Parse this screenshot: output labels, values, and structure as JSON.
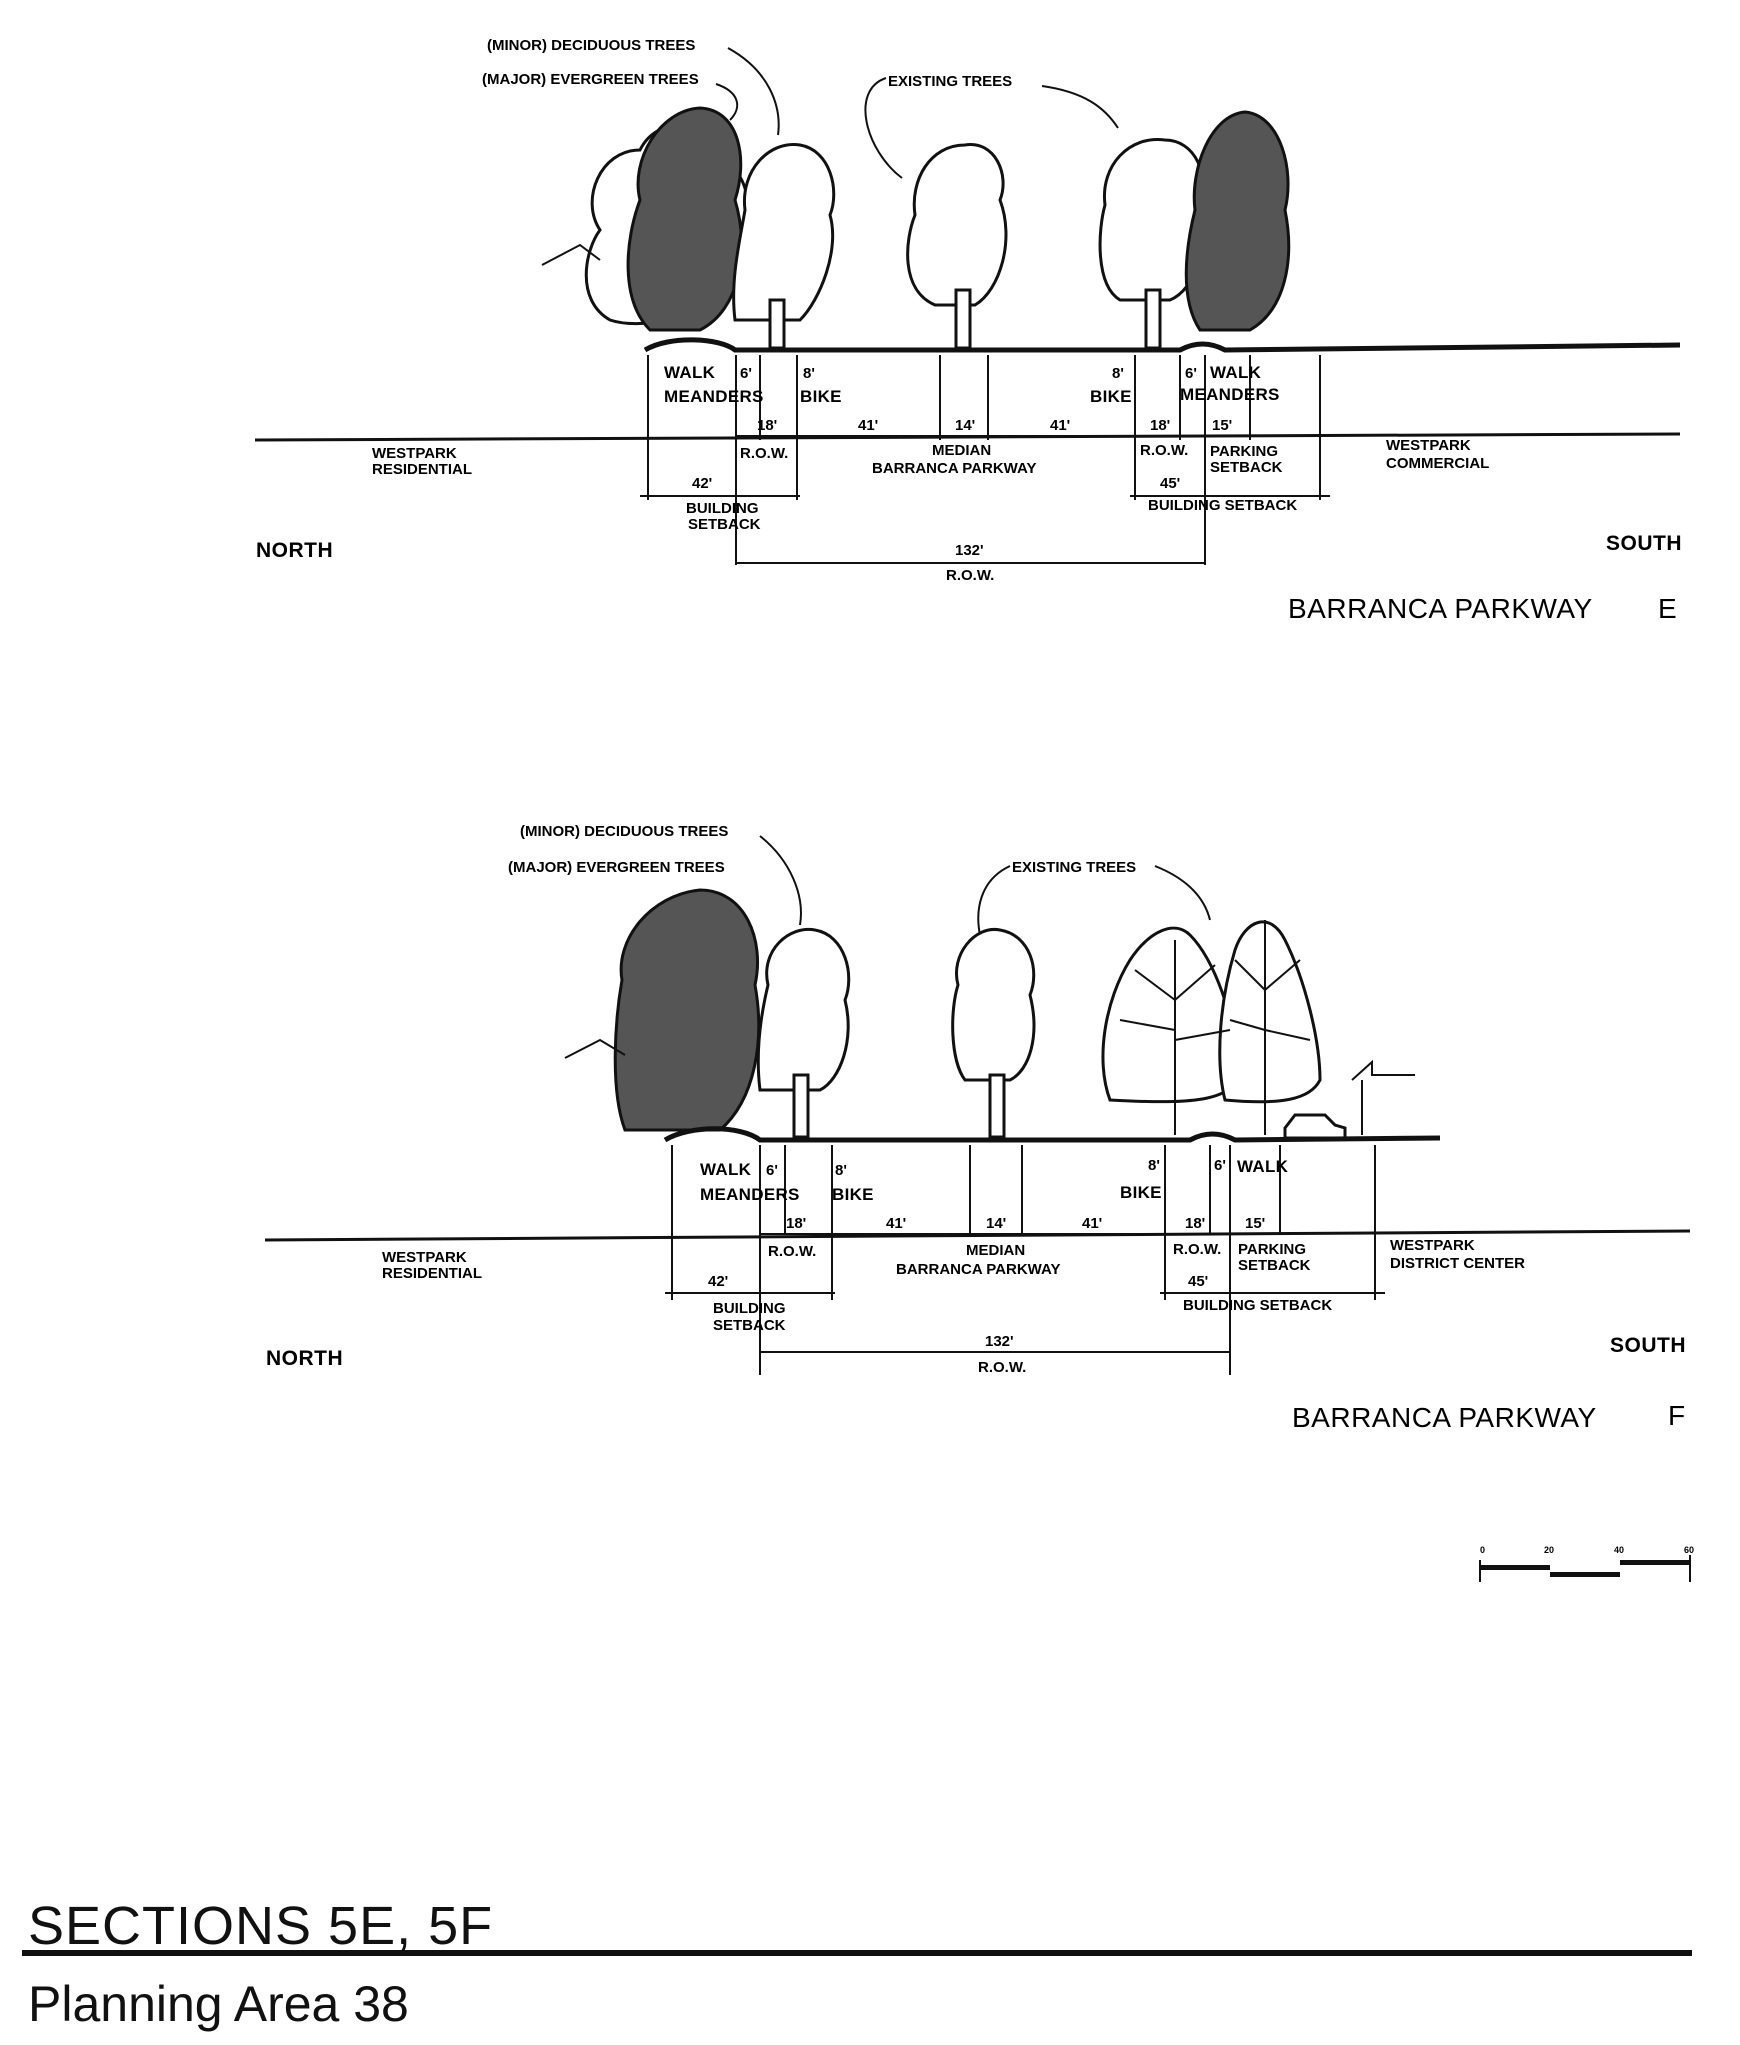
{
  "sections": [
    {
      "id": "E",
      "letter": "E",
      "title": "BARRANCA PARKWAY",
      "north": "NORTH",
      "south": "SOUTH",
      "left_land_use": [
        "WESTPARK",
        "RESIDENTIAL"
      ],
      "right_land_use": [
        "WESTPARK",
        "COMMERCIAL"
      ],
      "tree_notes": [
        "(MINOR) DECIDUOUS TREES",
        "(MAJOR) EVERGREEN TREES",
        "EXISTING TREES"
      ],
      "labels": {
        "walk_left": "WALK",
        "meanders_left": "MEANDERS",
        "bike_left": "BIKE",
        "bike_right": "BIKE",
        "walk_right": "WALK",
        "meanders_right": "MEANDERS",
        "row_left": "R.O.W.",
        "row_right": "R.O.W.",
        "median": "MEDIAN",
        "parkway": "BARRANCA PARKWAY",
        "parking": "PARKING",
        "setback": "SETBACK",
        "building_left": "BUILDING",
        "setback_left": "SETBACK",
        "building_setback_right": "BUILDING SETBACK",
        "row_total_label": "R.O.W."
      },
      "dims": {
        "walk_left": "6'",
        "bike_left": "8'",
        "row_left": "18'",
        "lanes_left": "41'",
        "median": "14'",
        "lanes_right": "41'",
        "bike_right": "8'",
        "walk_right": "6'",
        "row_right": "18'",
        "parking": "15'",
        "building_left": "42'",
        "building_right": "45'",
        "row_total": "132'"
      }
    },
    {
      "id": "F",
      "letter": "F",
      "title": "BARRANCA PARKWAY",
      "north": "NORTH",
      "south": "SOUTH",
      "left_land_use": [
        "WESTPARK",
        "RESIDENTIAL"
      ],
      "right_land_use": [
        "WESTPARK",
        "DISTRICT CENTER"
      ],
      "tree_notes": [
        "(MINOR) DECIDUOUS TREES",
        "(MAJOR) EVERGREEN TREES",
        "EXISTING TREES"
      ],
      "labels": {
        "walk_left": "WALK",
        "meanders_left": "MEANDERS",
        "bike_left": "BIKE",
        "bike_right": "BIKE",
        "walk_right": "WALK",
        "row_left": "R.O.W.",
        "row_right": "R.O.W.",
        "median": "MEDIAN",
        "parkway": "BARRANCA PARKWAY",
        "parking": "PARKING",
        "setback": "SETBACK",
        "building_left": "BUILDING",
        "setback_left": "SETBACK",
        "building_setback_right": "BUILDING SETBACK",
        "row_total_label": "R.O.W."
      },
      "dims": {
        "walk_left": "6'",
        "bike_left": "8'",
        "row_left": "18'",
        "lanes_left": "41'",
        "median": "14'",
        "lanes_right": "41'",
        "bike_right": "8'",
        "walk_right": "6'",
        "row_right": "18'",
        "parking": "15'",
        "building_left": "42'",
        "building_right": "45'",
        "row_total": "132'"
      }
    }
  ],
  "scale_bar": [
    "0",
    "20",
    "40",
    "60"
  ],
  "footer": {
    "title": "SECTIONS  5E, 5F",
    "subtitle": "Planning Area 38"
  }
}
